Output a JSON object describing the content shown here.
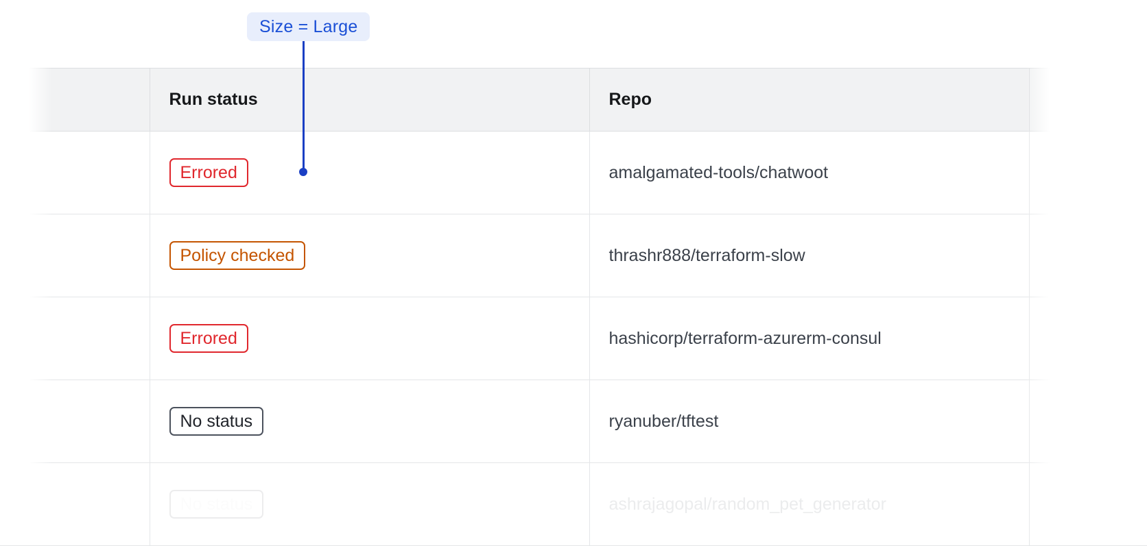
{
  "annotation": {
    "label": "Size = Large",
    "accent_color": "#1a3fc4",
    "chip_background": "#e8eefc",
    "chip_text_color": "#1a4fd6",
    "pointer_icon": "callout-dot"
  },
  "table": {
    "columns": [
      {
        "key": "lead",
        "label": ""
      },
      {
        "key": "status",
        "label": "Run status"
      },
      {
        "key": "repo",
        "label": "Repo"
      }
    ],
    "rows": [
      {
        "status": "Errored",
        "status_variant": "errored",
        "repo": "amalgamated-tools/chatwoot",
        "faded": false
      },
      {
        "status": "Policy checked",
        "status_variant": "policy-checked",
        "repo": "thrashr888/terraform-slow",
        "faded": false
      },
      {
        "status": "Errored",
        "status_variant": "errored",
        "repo": "hashicorp/terraform-azurerm-consul",
        "faded": false
      },
      {
        "status": "No status",
        "status_variant": "no-status",
        "repo": "ryanuber/tftest",
        "faded": false
      },
      {
        "status": "No status",
        "status_variant": "no-status",
        "repo": "ashrajagopal/random_pet_generator",
        "faded": true
      }
    ]
  },
  "colors": {
    "errored": "#e0262c",
    "policy_checked": "#c45400",
    "no_status": "#4b515c",
    "header_background": "#f1f2f3",
    "border": "#e4e6e8",
    "text": "#3b414a"
  }
}
